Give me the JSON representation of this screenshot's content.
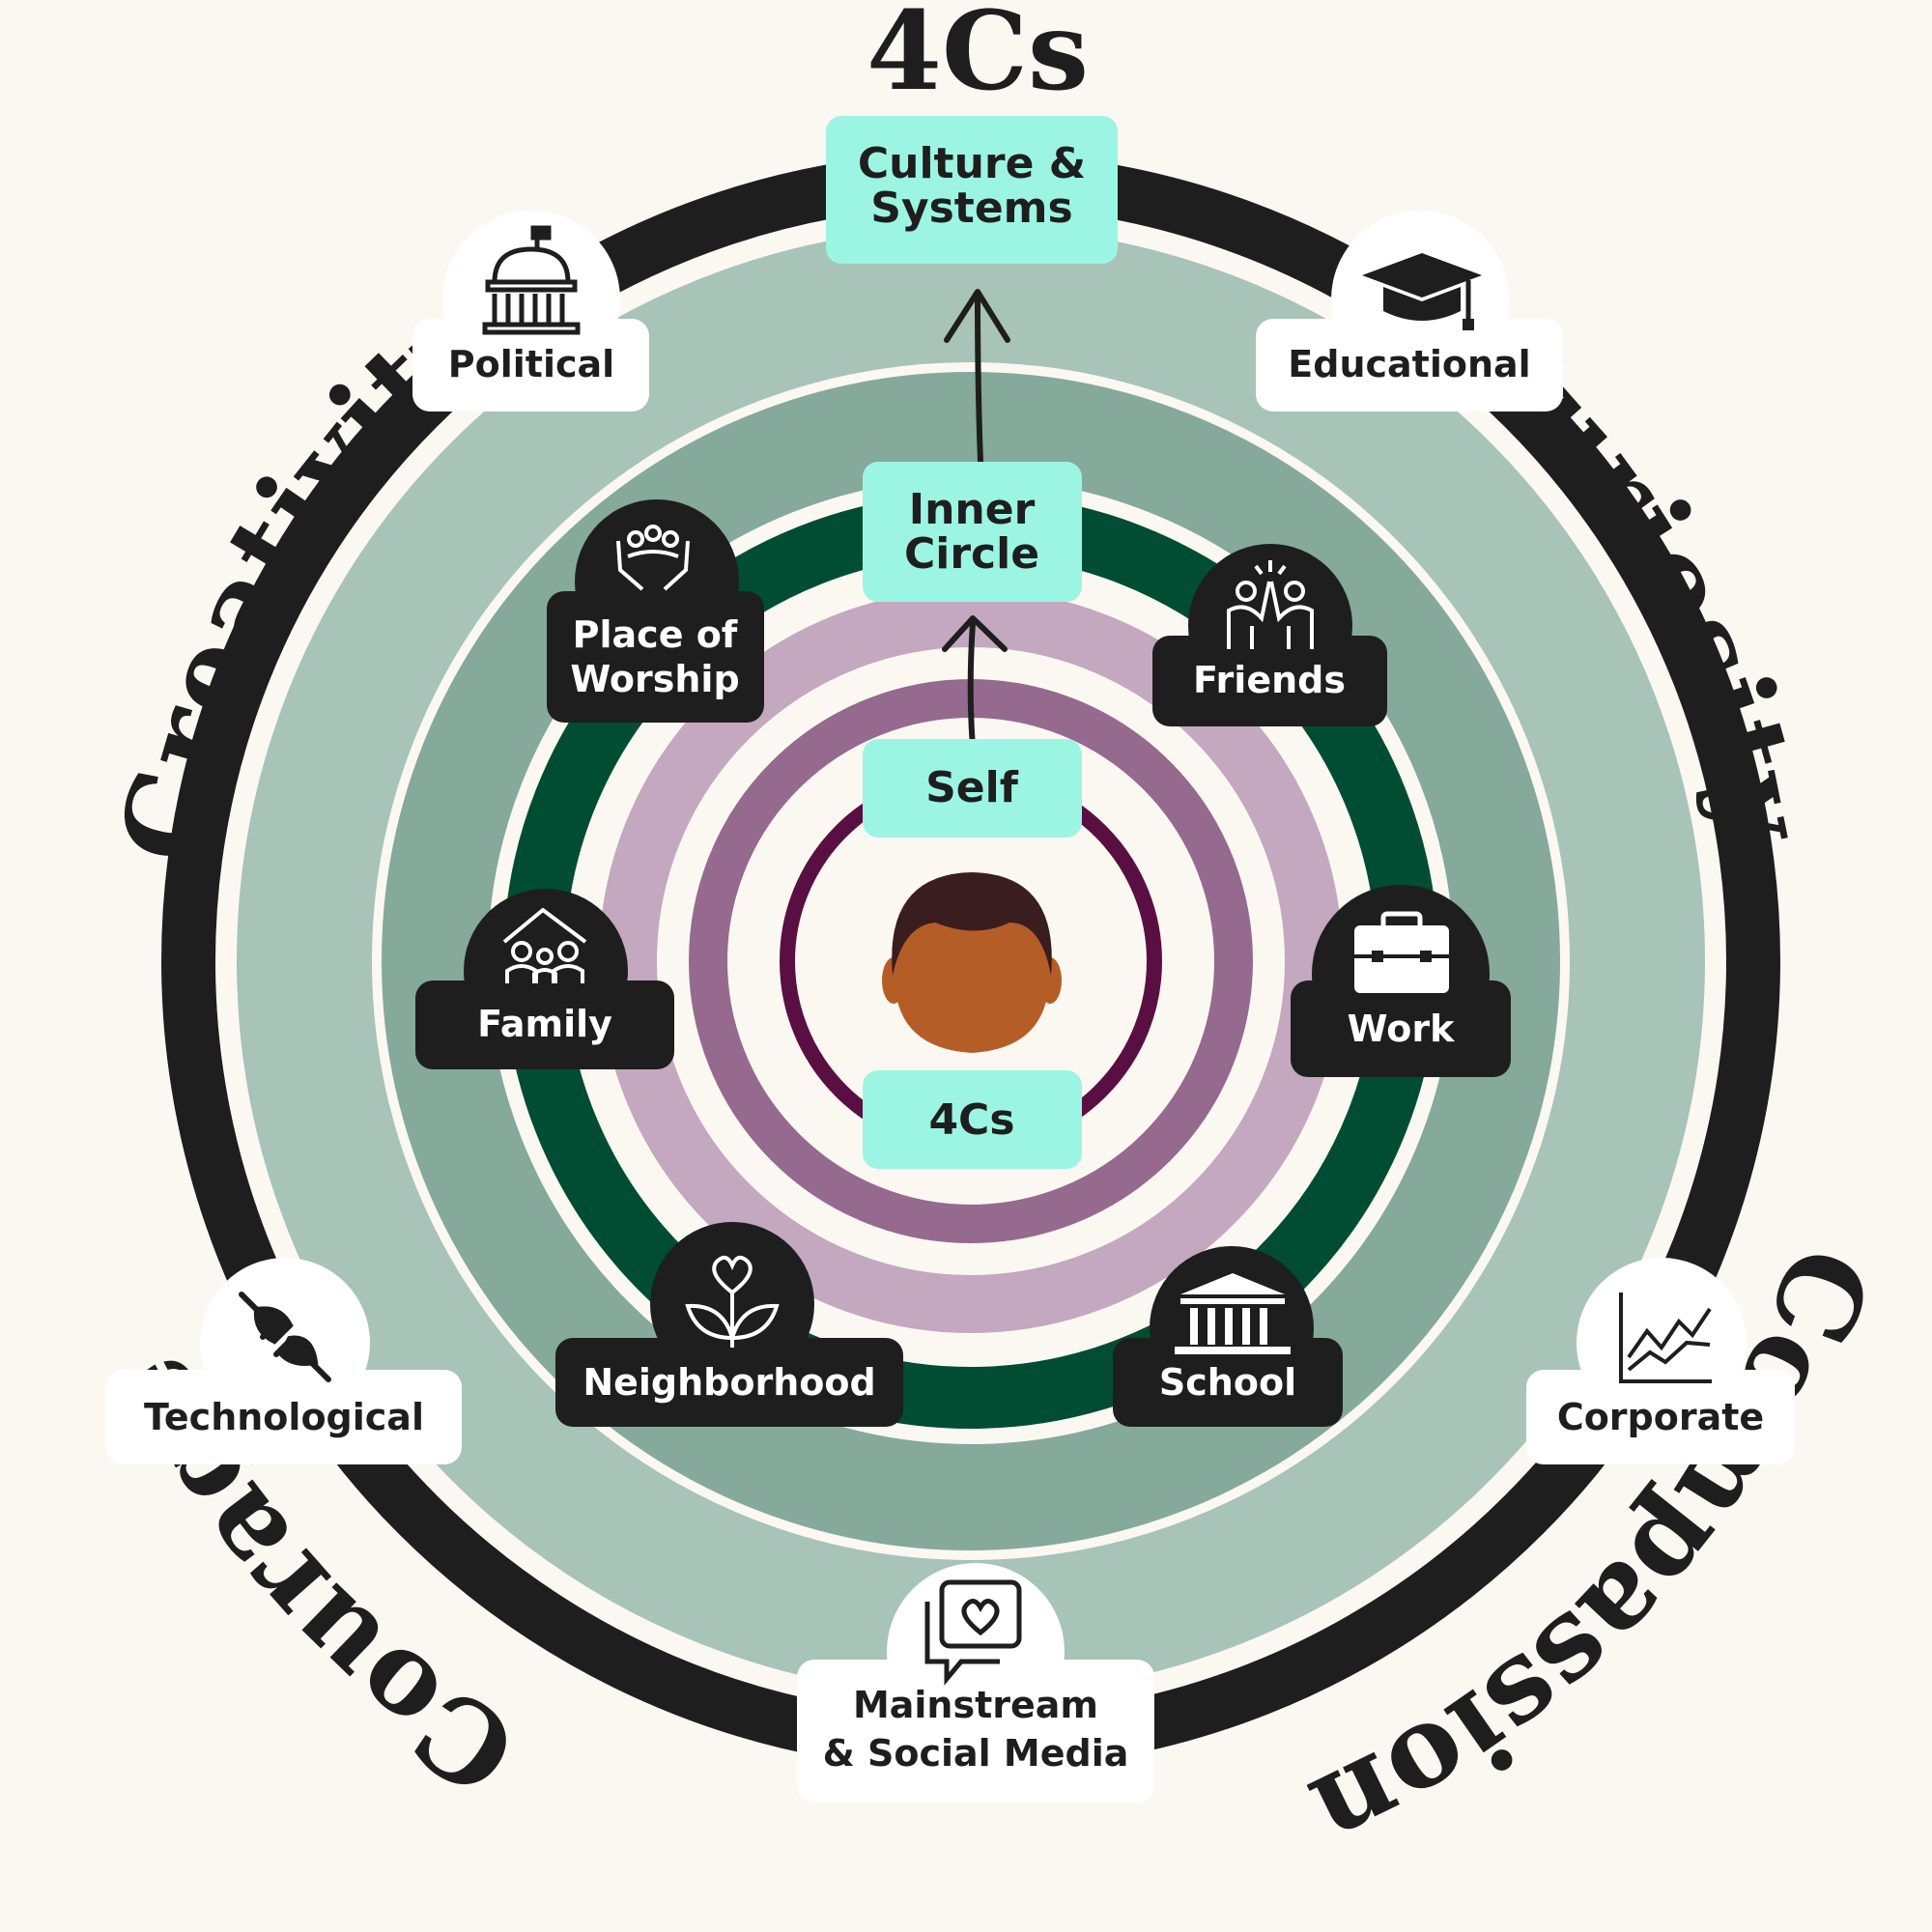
{
  "title": "4Cs",
  "values": {
    "creativity": "Creativity",
    "curiosity": "Curiosity",
    "compassion": "Compassion",
    "courage": "Courage"
  },
  "levels": {
    "culture_systems": [
      "Culture &",
      "Systems"
    ],
    "inner_circle": [
      "Inner",
      "Circle"
    ],
    "self": "Self",
    "center": "4Cs"
  },
  "systems": {
    "political": "Political",
    "educational": "Educational",
    "technological": "Technological",
    "corporate": "Corporate",
    "media": [
      "Mainstream",
      "& Social Media"
    ]
  },
  "inner": {
    "worship": [
      "Place of",
      "Worship"
    ],
    "friends": "Friends",
    "family": "Family",
    "work": "Work",
    "neighborhood": "Neighborhood",
    "school": "School"
  },
  "colors": {
    "background": "#fbf8f1",
    "outer_ring": "#1e1e1e",
    "light_sage": "#a8c3b8",
    "mid_sage": "#85a99b",
    "dark_green": "#004d33",
    "light_mauve": "#c3a8bf",
    "mauve": "#96698e",
    "plum": "#5a0f42",
    "mint": "#9cf5e2",
    "face": "#b55d27",
    "hair": "#3a1d1f"
  }
}
